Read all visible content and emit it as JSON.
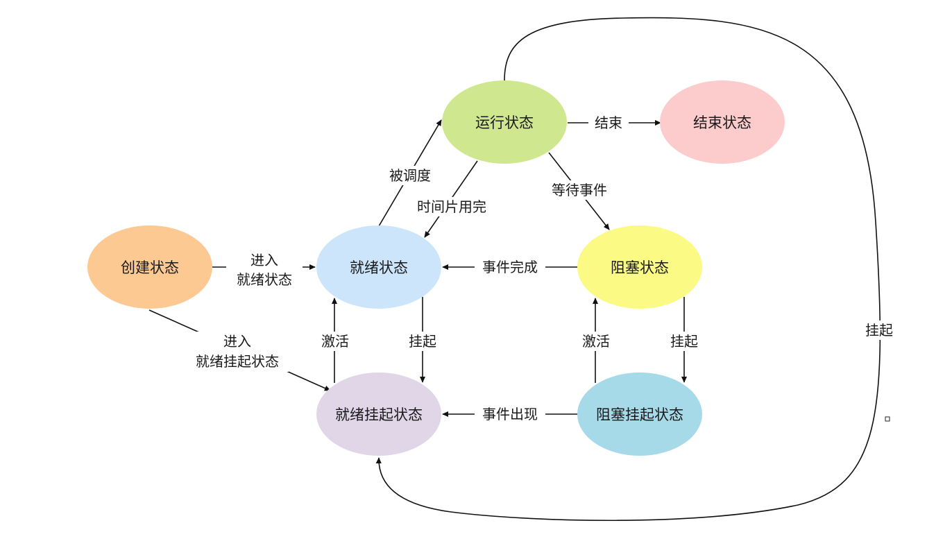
{
  "nodes": {
    "create": {
      "label": "创建状态",
      "color": "#fcc993"
    },
    "ready": {
      "label": "就绪状态",
      "color": "#cce5fa"
    },
    "running": {
      "label": "运行状态",
      "color": "#cfe890"
    },
    "end": {
      "label": "结束状态",
      "color": "#fccccc"
    },
    "blocked": {
      "label": "阻塞状态",
      "color": "#fafa84"
    },
    "ready_suspended": {
      "label": "就绪挂起状态",
      "color": "#e0d6e8"
    },
    "blocked_suspended": {
      "label": "阻塞挂起状态",
      "color": "#a7dae9"
    }
  },
  "edges": {
    "create_to_ready": {
      "line1": "进入",
      "line2": "就绪状态"
    },
    "create_to_ready_suspended": {
      "line1": "进入",
      "line2": "就绪挂起状态"
    },
    "ready_to_running": "被调度",
    "running_to_ready": "时间片用完",
    "running_to_end": "结束",
    "running_to_blocked": "等待事件",
    "blocked_to_ready": "事件完成",
    "ready_suspended_to_ready": "激活",
    "ready_to_ready_suspended": "挂起",
    "blocked_suspended_to_blocked": "激活",
    "blocked_to_blocked_suspended": "挂起",
    "blocked_suspended_to_ready_suspended": "事件出现",
    "running_to_ready_suspended": "挂起"
  }
}
